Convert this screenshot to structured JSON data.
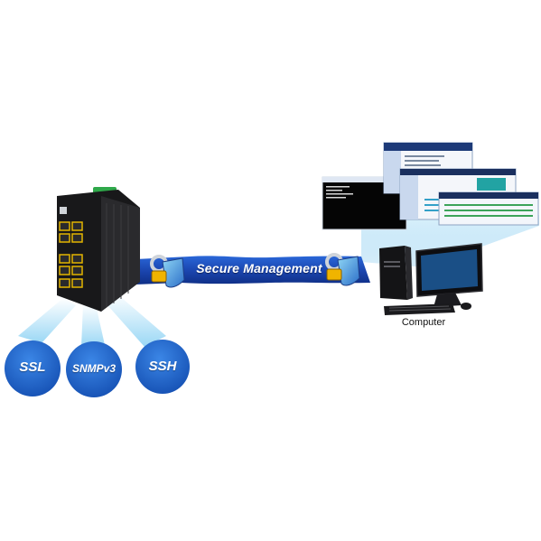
{
  "diagram": {
    "banner_label": "Secure Management",
    "computer_label": "Computer",
    "protocols": [
      "SSL",
      "SNMPv3",
      "SSH"
    ]
  },
  "colors": {
    "banner_blue": "#1f4fc0",
    "circle_blue": "#1e63c8",
    "glow_blue": "#a9dcf5",
    "switch_body": "#1d1d1f",
    "switch_port_trim": "#e3b400",
    "din_rail_green": "#2fa84a"
  },
  "icons": [
    "lock-shield-icon",
    "network-switch-icon",
    "desktop-computer-icon",
    "monitor-icon",
    "keyboard-icon",
    "mouse-icon",
    "screen-window-icon"
  ]
}
